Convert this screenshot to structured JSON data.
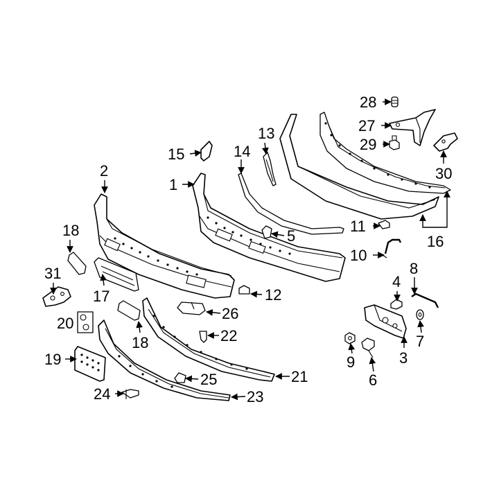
{
  "callouts": [
    {
      "id": "c1",
      "label": "1"
    },
    {
      "id": "c2",
      "label": "2"
    },
    {
      "id": "c3",
      "label": "3"
    },
    {
      "id": "c4",
      "label": "4"
    },
    {
      "id": "c5",
      "label": "5"
    },
    {
      "id": "c6",
      "label": "6"
    },
    {
      "id": "c7",
      "label": "7"
    },
    {
      "id": "c8",
      "label": "8"
    },
    {
      "id": "c9",
      "label": "9"
    },
    {
      "id": "c10",
      "label": "10"
    },
    {
      "id": "c11",
      "label": "11"
    },
    {
      "id": "c12",
      "label": "12"
    },
    {
      "id": "c13",
      "label": "13"
    },
    {
      "id": "c14",
      "label": "14"
    },
    {
      "id": "c15",
      "label": "15"
    },
    {
      "id": "c16",
      "label": "16"
    },
    {
      "id": "c17",
      "label": "17"
    },
    {
      "id": "c18a",
      "label": "18"
    },
    {
      "id": "c18b",
      "label": "18"
    },
    {
      "id": "c19",
      "label": "19"
    },
    {
      "id": "c20",
      "label": "20"
    },
    {
      "id": "c21",
      "label": "21"
    },
    {
      "id": "c22",
      "label": "22"
    },
    {
      "id": "c23",
      "label": "23"
    },
    {
      "id": "c24",
      "label": "24"
    },
    {
      "id": "c25",
      "label": "25"
    },
    {
      "id": "c26",
      "label": "26"
    },
    {
      "id": "c27",
      "label": "27"
    },
    {
      "id": "c28",
      "label": "28"
    },
    {
      "id": "c29",
      "label": "29"
    },
    {
      "id": "c30",
      "label": "30"
    },
    {
      "id": "c31",
      "label": "31"
    }
  ]
}
